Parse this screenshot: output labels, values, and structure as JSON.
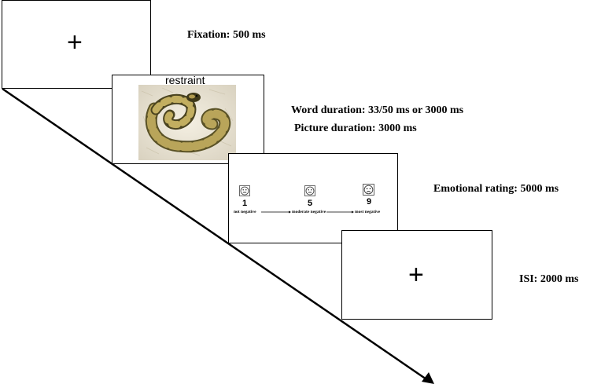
{
  "fixation": {
    "symbol": "+",
    "label": "Fixation: 500 ms"
  },
  "word_frame": {
    "word": "restraint",
    "picture": "snake-photo",
    "label_word": "Word duration: 33/50 ms or 3000 ms",
    "label_picture": "Picture duration: 3000 ms"
  },
  "rating": {
    "label": "Emotional rating: 5000 ms",
    "scale": [
      {
        "num": "1",
        "text": "not negative",
        "face": "neutral-face-icon"
      },
      {
        "num": "5",
        "text": "moderate negative",
        "face": "neutral-face-icon"
      },
      {
        "num": "9",
        "text": "most negative",
        "face": "sad-face-icon"
      }
    ]
  },
  "isi": {
    "symbol": "+",
    "label": "ISI: 2000 ms"
  }
}
